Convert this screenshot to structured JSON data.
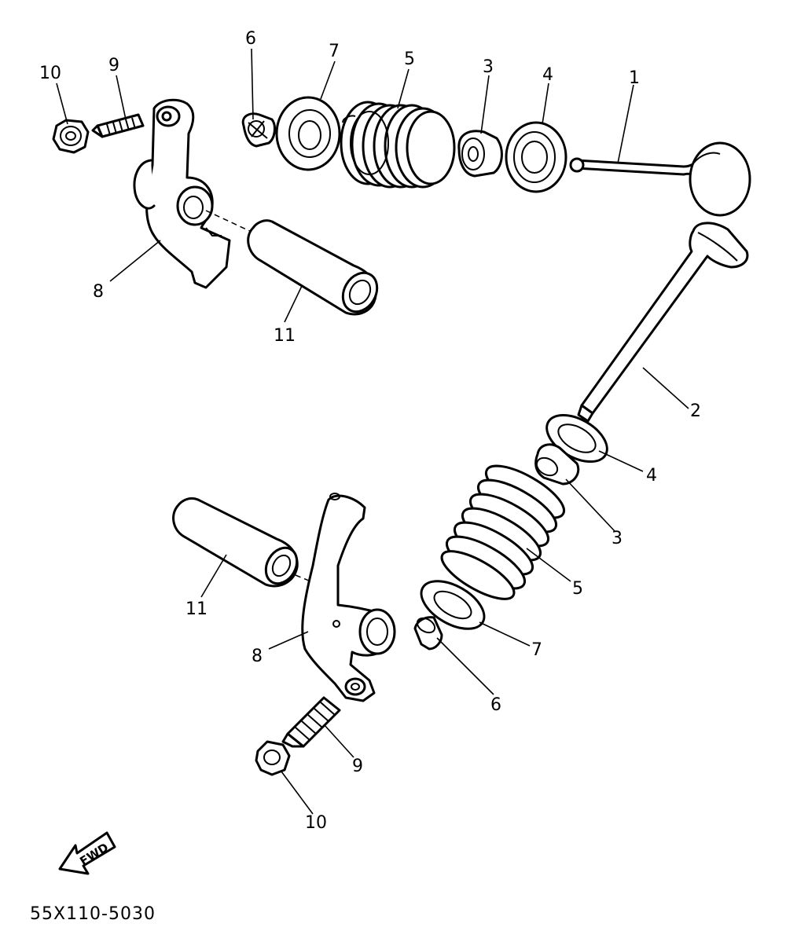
{
  "labels": {
    "p1": "1",
    "p2": "2",
    "p3": "3",
    "p4": "4",
    "p5": "5",
    "p6": "6",
    "p7": "7",
    "p8": "8",
    "p9": "9",
    "p10": "10",
    "p11": "11"
  },
  "fwd_label": "FWD",
  "diagram_code": "55X110-5030"
}
